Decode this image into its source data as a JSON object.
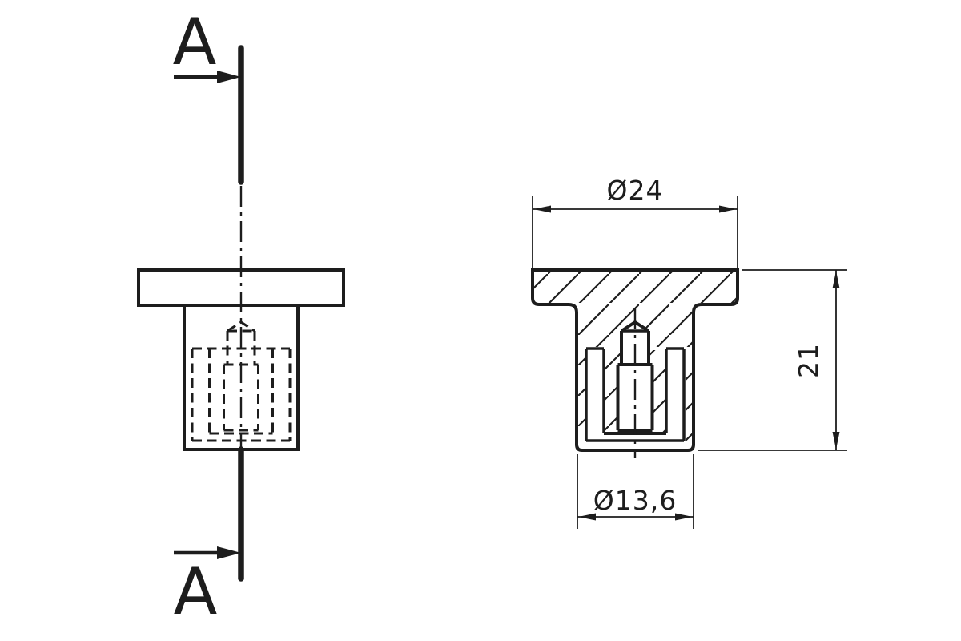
{
  "drawing": {
    "section_labels": {
      "top": "A",
      "bottom": "A"
    },
    "dimensions": {
      "flange_diameter": "Ø24",
      "body_diameter": "Ø13,6",
      "overall_height": "21"
    },
    "colors": {
      "line": "#1d1d1d",
      "background": "#ffffff"
    }
  }
}
